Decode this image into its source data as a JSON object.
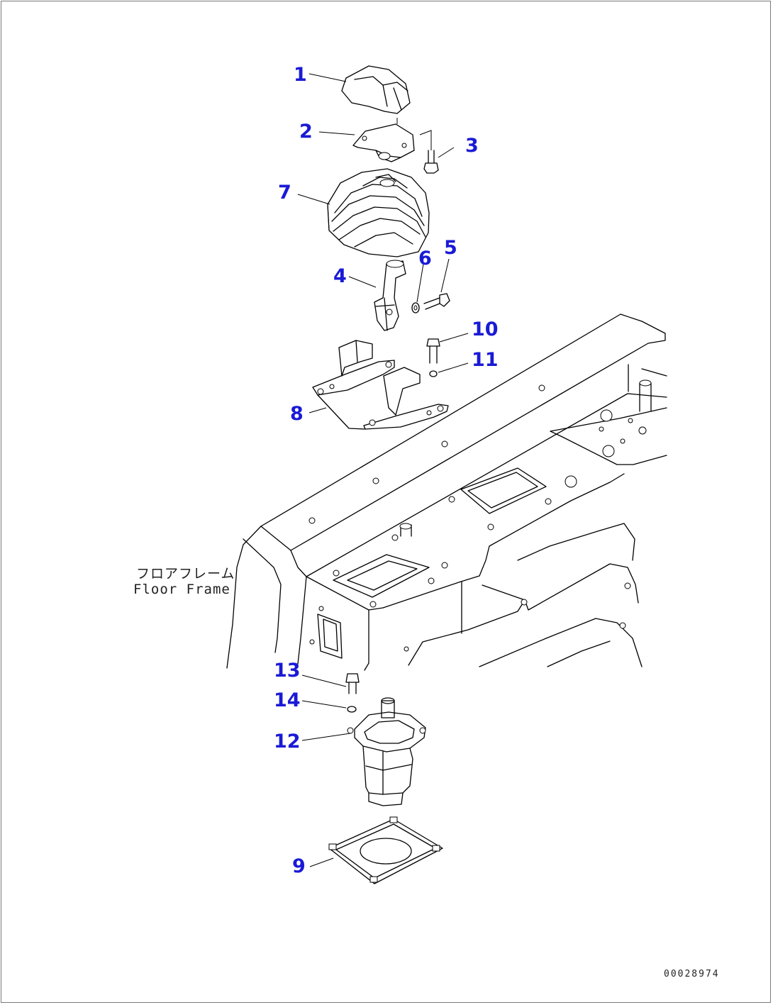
{
  "callouts": {
    "c1": "1",
    "c2": "2",
    "c3": "3",
    "c4": "4",
    "c5": "5",
    "c6": "6",
    "c7": "7",
    "c8": "8",
    "c9": "9",
    "c10": "10",
    "c11": "11",
    "c12": "12",
    "c13": "13",
    "c14": "14"
  },
  "frame_label": {
    "jp": "フロアフレーム",
    "en": "Floor Frame"
  },
  "drawing_number": "00028974",
  "colors": {
    "callout": "#1a1ad6",
    "line": "#000000",
    "border": "#7a7a7a"
  }
}
